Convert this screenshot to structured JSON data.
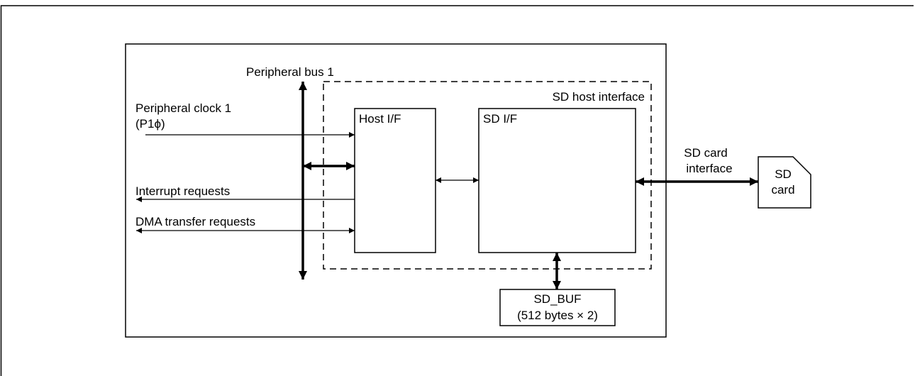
{
  "diagram": {
    "labels": {
      "peripheral_bus": "Peripheral bus 1",
      "peripheral_clock_line1": "Peripheral clock 1",
      "peripheral_clock_line2": "(P1ϕ)",
      "interrupt_requests": "Interrupt requests",
      "dma_transfer_requests": "DMA transfer requests",
      "sd_host_interface": "SD host interface",
      "host_if": "Host I/F",
      "sd_if": "SD I/F",
      "sd_card_interface_line1": "SD card",
      "sd_card_interface_line2": "interface",
      "sd_card_line1": "SD",
      "sd_card_line2": "card",
      "sd_buf_line1": "SD_BUF",
      "sd_buf_line2": "(512 bytes × 2)"
    }
  }
}
